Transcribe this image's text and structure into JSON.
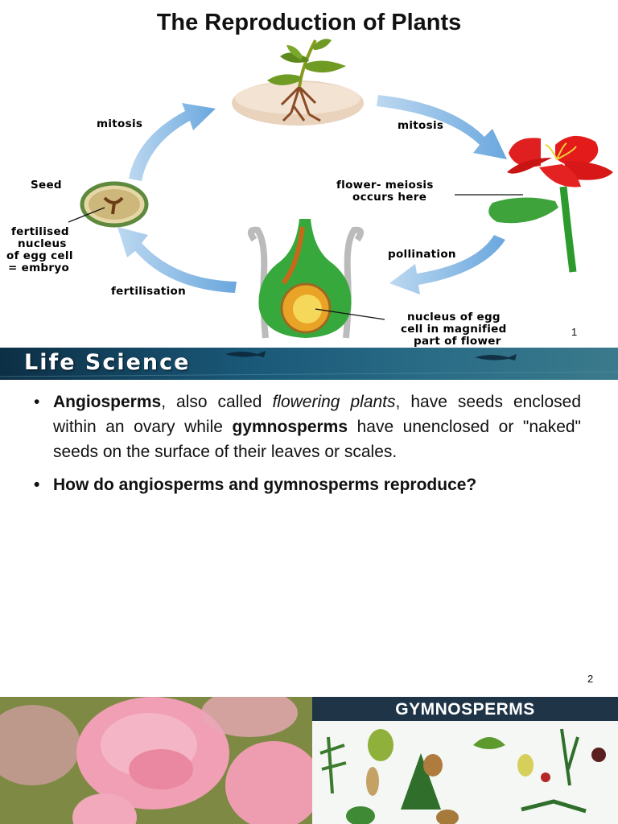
{
  "slide1": {
    "title": "The Reproduction of Plants",
    "labels": {
      "mitosis_left": "mitosis",
      "mitosis_right": "mitosis",
      "seed": "Seed",
      "fertilised_1": "fertilised",
      "fertilised_2": "nucleus",
      "fertilised_3": "of egg cell",
      "fertilised_4": "= embryo",
      "flower_1": "flower- meiosis",
      "flower_2": "occurs here",
      "pollination": "pollination",
      "fertilisation": "fertilisation",
      "nucleus_1": "nucleus of egg",
      "nucleus_2": "cell in magnified",
      "nucleus_3": "part of flower"
    },
    "page_number": "1"
  },
  "slide2": {
    "banner": "Life Science",
    "bullet1": {
      "term1": "Angiosperms",
      "t1": ", also called ",
      "italic": "flowering plants",
      "t2": ", have seeds enclosed within an ovary while ",
      "term2": "gymnosperms",
      "t3": " have unenclosed or \"naked\" seeds on the surface of their leaves or scales."
    },
    "bullet2": "How do angiosperms and gymnosperms reproduce?",
    "page_number": "2"
  },
  "slide3": {
    "gym_title": "GYMNOSPERMS"
  }
}
